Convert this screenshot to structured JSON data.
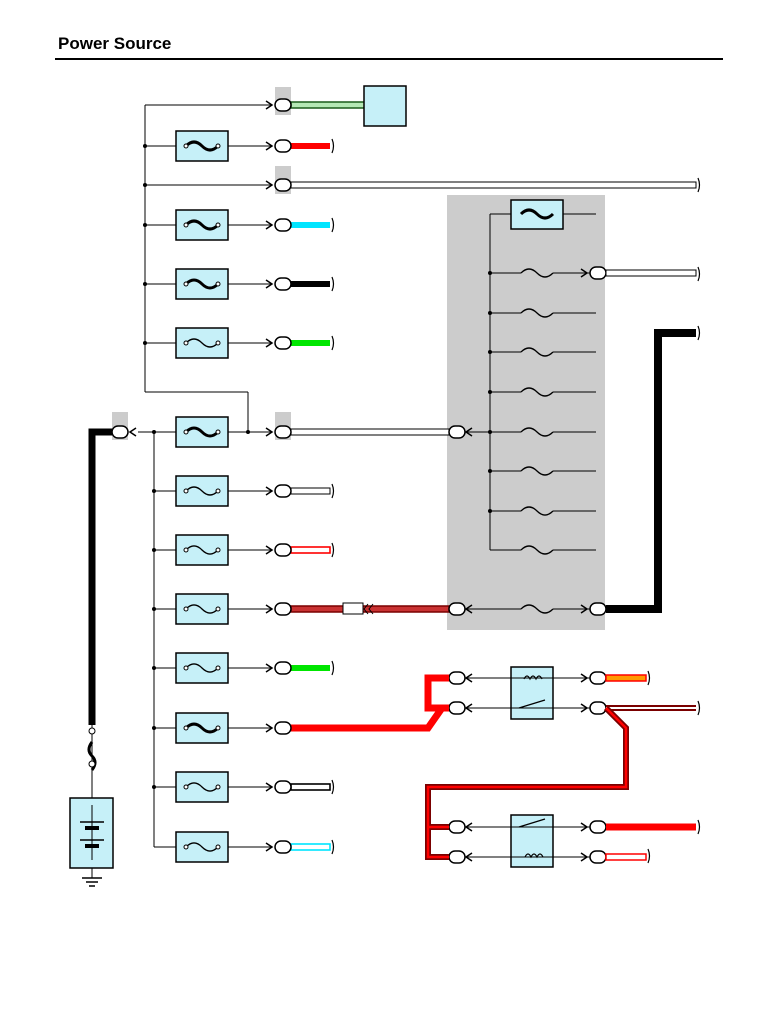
{
  "page": {
    "title": "Power Source"
  },
  "colors": {
    "black": "#000000",
    "red": "#ff0000",
    "cyan": "#00e5ff",
    "green": "#00e600",
    "dark_green": "#1a5a1a",
    "light_green": "#b5e8b5",
    "dark_red": "#7a0000",
    "orange": "#ff9900",
    "fuse_fill": "#c6f0f8",
    "junction_grey": "#cccccc"
  },
  "fuses_top": [
    {
      "type": "link",
      "wire": "red"
    },
    {
      "type": "link",
      "wire": "cyan"
    },
    {
      "type": "link",
      "wire": "black"
    },
    {
      "type": "fuse",
      "wire": "green"
    }
  ],
  "fuses_bottom": [
    {
      "type": "link",
      "wire": "white"
    },
    {
      "type": "fuse",
      "wire": "white"
    },
    {
      "type": "fuse",
      "wire": "red-stripe"
    },
    {
      "type": "fuse",
      "wire": "dark-red"
    },
    {
      "type": "fuse",
      "wire": "green"
    },
    {
      "type": "link",
      "wire": "red"
    },
    {
      "type": "fuse",
      "wire": "black-stripe"
    },
    {
      "type": "fuse",
      "wire": "cyan-stripe"
    }
  ],
  "junction_block_fuses": 9,
  "relays": [
    {
      "name": "relay-top",
      "contacts": "coil-over-switch"
    },
    {
      "name": "relay-bottom",
      "contacts": "switch-over-coil"
    }
  ]
}
